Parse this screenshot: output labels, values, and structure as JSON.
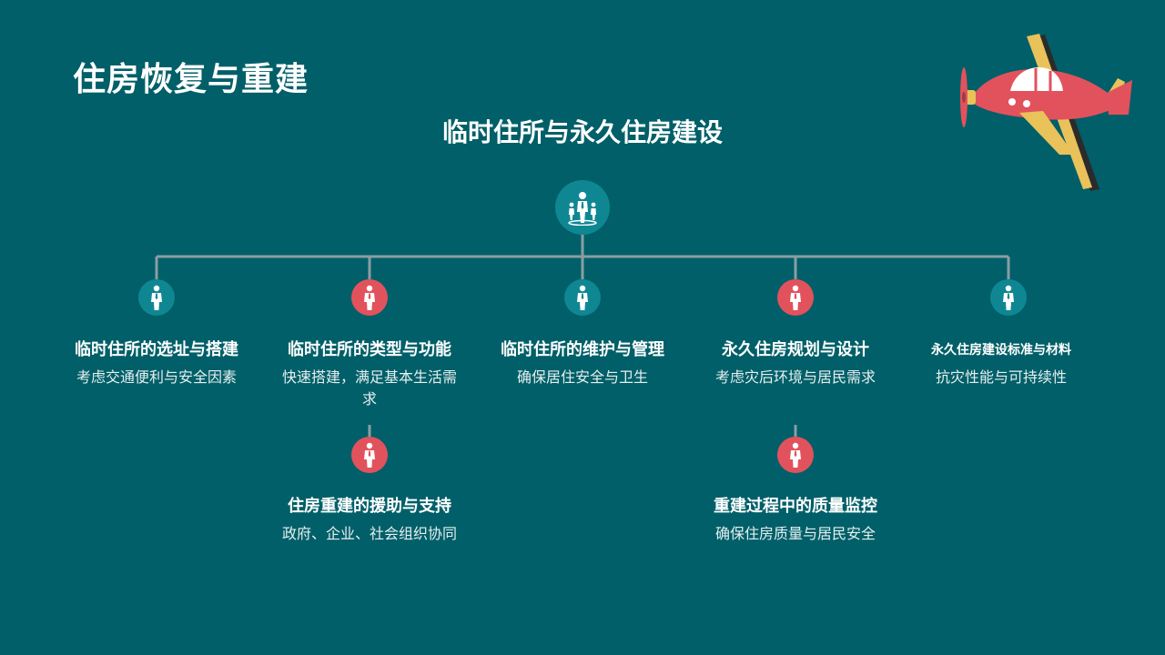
{
  "header": {
    "title": "住房恢复与重建",
    "subtitle": "临时住所与永久住房建设"
  },
  "colors": {
    "background": "#005f68",
    "teal_node": "#0f8793",
    "red_node": "#e2525d",
    "connector": "#8a9ea3"
  },
  "tree": {
    "root": {
      "icon": "people-group-icon"
    },
    "items": [
      {
        "id": "item1",
        "title": "临时住所的选址与搭建",
        "desc": "考虑交通便利与安全因素",
        "color": "teal",
        "icon": "person-icon"
      },
      {
        "id": "item2",
        "title": "临时住所的类型与功能",
        "desc": "快速搭建，满足基本生活需求",
        "color": "red",
        "icon": "person-icon"
      },
      {
        "id": "item3",
        "title": "临时住所的维护与管理",
        "desc": "确保居住安全与卫生",
        "color": "teal",
        "icon": "person-icon"
      },
      {
        "id": "item4",
        "title": "永久住房规划与设计",
        "desc": "考虑灾后环境与居民需求",
        "color": "red",
        "icon": "person-icon"
      },
      {
        "id": "item5",
        "title": "永久住房建设标准与材料",
        "desc": "抗灾性能与可持续性",
        "color": "teal",
        "icon": "person-icon"
      },
      {
        "id": "sub1",
        "title": "住房重建的援助与支持",
        "desc": "政府、企业、社会组织协同",
        "color": "red",
        "icon": "person-icon"
      },
      {
        "id": "sub2",
        "title": "重建过程中的质量监控",
        "desc": "确保住房质量与居民安全",
        "color": "red",
        "icon": "person-icon"
      }
    ]
  },
  "decoration": {
    "icon": "airplane-icon"
  }
}
